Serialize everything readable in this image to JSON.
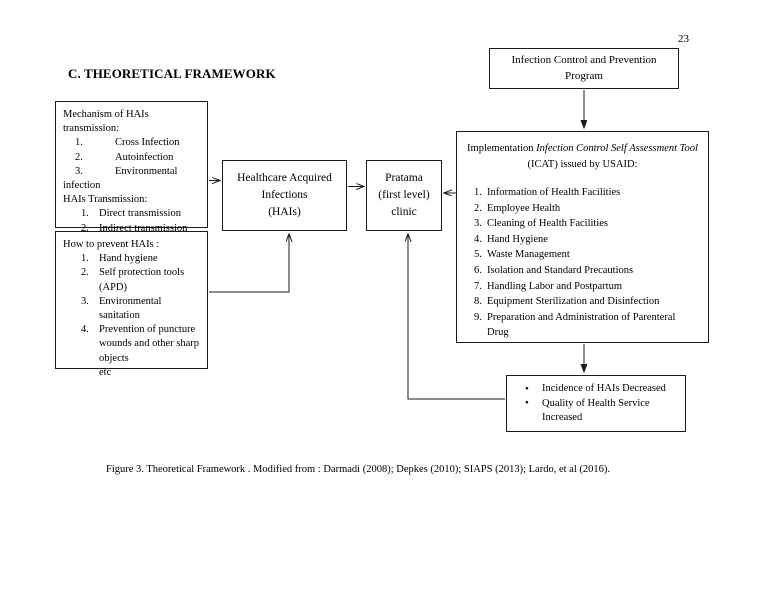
{
  "page": {
    "number": "23",
    "section_title": "C. THEORETICAL FRAMEWORK",
    "caption": "Figure 3. Theoretical Framework . Modified from : Darmadi (2008); Depkes (2010); SIAPS (2013); Lardo, et al (2016)."
  },
  "boxes": {
    "mechanism": {
      "heading": "Mechanism of HAIs\ntransmission:",
      "items": [
        {
          "num": "1.",
          "text": "Cross Infection"
        },
        {
          "num": "2.",
          "text": "Autoinfection"
        },
        {
          "num": "3.",
          "text": "Environmental",
          "cont": "infection"
        }
      ],
      "subheading": "HAIs Transmission:",
      "sub_items": [
        {
          "num": "1.",
          "text": "Direct transmission"
        },
        {
          "num": "2.",
          "text": "Indirect transmission"
        }
      ]
    },
    "prevention": {
      "heading": "How to prevent HAIs :",
      "items": [
        {
          "num": "1.",
          "text": "Hand hygiene"
        },
        {
          "num": "2.",
          "text": "Self protection tools",
          "cont": "(APD)"
        },
        {
          "num": "3.",
          "text": "Environmental",
          "cont": "sanitation"
        },
        {
          "num": "4.",
          "text": "Prevention of puncture",
          "cont": "wounds and other sharp",
          "cont2": "objects",
          "etc": "etc"
        }
      ]
    },
    "hai": {
      "line1": "Healthcare Acquired",
      "line2": "Infections",
      "line3": "(HAIs)"
    },
    "pratama": {
      "line1": "Pratama",
      "line2": "(first level)",
      "line3": "clinic"
    },
    "program": {
      "line1": "Infection Control and Prevention",
      "line2": "Program"
    },
    "icat": {
      "head_prefix": "Implementation ",
      "head_italic": "Infection Control Self Assessment Tool",
      "head_line2": "(ICAT) issued by USAID:",
      "items": [
        {
          "num": "1.",
          "text": "Information of Health Facilities"
        },
        {
          "num": "2.",
          "text": "Employee Health"
        },
        {
          "num": "3.",
          "text": "Cleaning of Health Facilities"
        },
        {
          "num": "4.",
          "text": "Hand Hygiene"
        },
        {
          "num": "5.",
          "text": "Waste Management"
        },
        {
          "num": "6.",
          "text": "Isolation and Standard Precautions"
        },
        {
          "num": "7.",
          "text": "Handling Labor and Postpartum"
        },
        {
          "num": "8.",
          "text": "Equipment Sterilization and Disinfection"
        },
        {
          "num": "9.",
          "text": "Preparation and Administration of Parenteral Drug"
        }
      ]
    },
    "outcome": {
      "items": [
        {
          "bullet": "•",
          "text": "Incidence of HAIs Decreased"
        },
        {
          "bullet": "•",
          "text": "Quality of Health Service",
          "cont": "Increased"
        }
      ]
    }
  },
  "colors": {
    "stroke": "#1a1a1a",
    "background": "#ffffff",
    "text": "#000000"
  }
}
